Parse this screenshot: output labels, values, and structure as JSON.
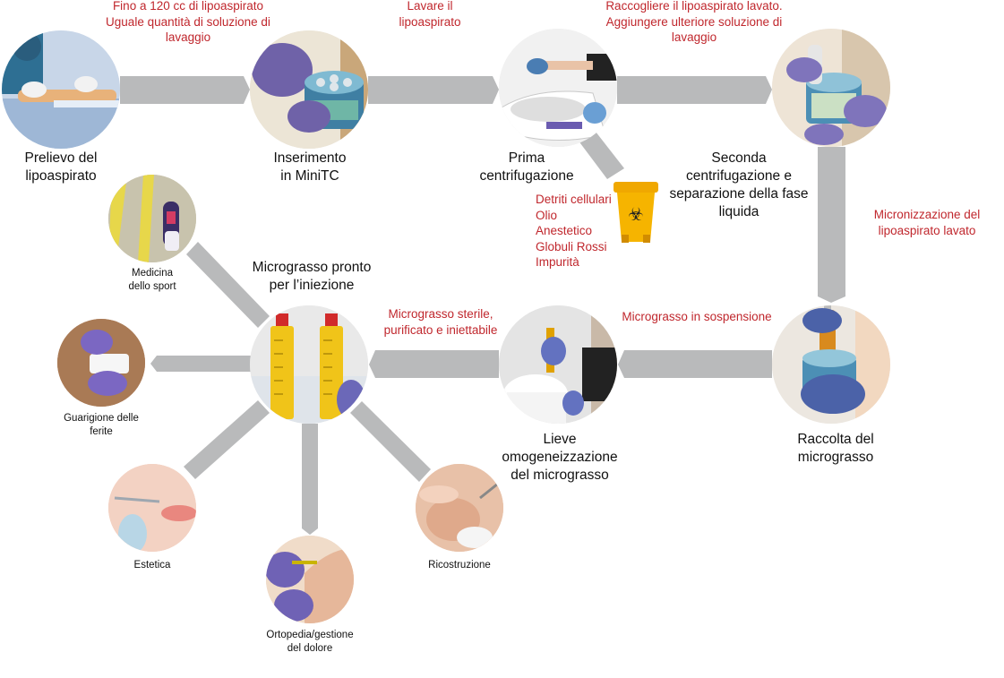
{
  "colors": {
    "arrow": "#b9babb",
    "note": "#c0272d",
    "text": "#111111"
  },
  "steps": {
    "s1": {
      "label_lines": [
        "Prelievo del",
        "lipoaspirato"
      ]
    },
    "s2": {
      "label_lines": [
        "Inserimento",
        "in MiniTC"
      ]
    },
    "s3": {
      "label_lines": [
        "Prima",
        "centrifugazione"
      ]
    },
    "s4": {
      "label_lines": [
        "Seconda",
        "centrifugazione e",
        "separazione della fase",
        "liquida"
      ]
    },
    "s5": {
      "label_lines": [
        "Raccolta del",
        "micrograsso"
      ]
    },
    "s6": {
      "label_lines": [
        "Lieve",
        "omogeneizzazione",
        "del micrograsso"
      ]
    },
    "s7": {
      "label_lines": [
        "Micrograsso pronto",
        "per l’iniezione"
      ]
    }
  },
  "notes": {
    "n1": [
      "Fino a 120 cc di lipoaspirato",
      "Uguale quantità di soluzione di",
      "lavaggio"
    ],
    "n2": [
      "Lavare il",
      "lipoaspirato"
    ],
    "n3": [
      "Raccogliere il lipoaspirato lavato.",
      "Aggiungere ulteriore soluzione di",
      "lavaggio"
    ],
    "n4": [
      "Micronizzazione del",
      "lipoaspirato lavato"
    ],
    "n5": [
      "Micrograsso in sospensione"
    ],
    "n6": [
      "Micrograsso sterile,",
      "purificato e iniettabile"
    ],
    "waste": [
      "Detriti cellulari",
      "Olio",
      "Anestetico",
      "Globuli Rossi",
      "Impurità"
    ]
  },
  "applications": {
    "sport": [
      "Medicina",
      "dello sport"
    ],
    "wound": [
      "Guarigione delle",
      "ferite"
    ],
    "aesthetic": [
      "Estetica"
    ],
    "ortho": [
      "Ortopedia/gestione",
      "del dolore"
    ],
    "recon": [
      "Ricostruzione"
    ]
  },
  "icons": {
    "s1": "surgeon-icon",
    "s2": "minitc-container-icon",
    "s3": "centrifuge-icon",
    "s4": "minitc-container-icon",
    "s5": "syringe-collection-icon",
    "s6": "vortex-icon",
    "s7": "syringes-icon",
    "waste": "biohazard-bin-icon",
    "sport": "running-shoe-icon",
    "wound": "bandage-icon",
    "aesthetic": "face-injection-icon",
    "ortho": "knee-injection-icon",
    "recon": "breast-injection-icon"
  }
}
